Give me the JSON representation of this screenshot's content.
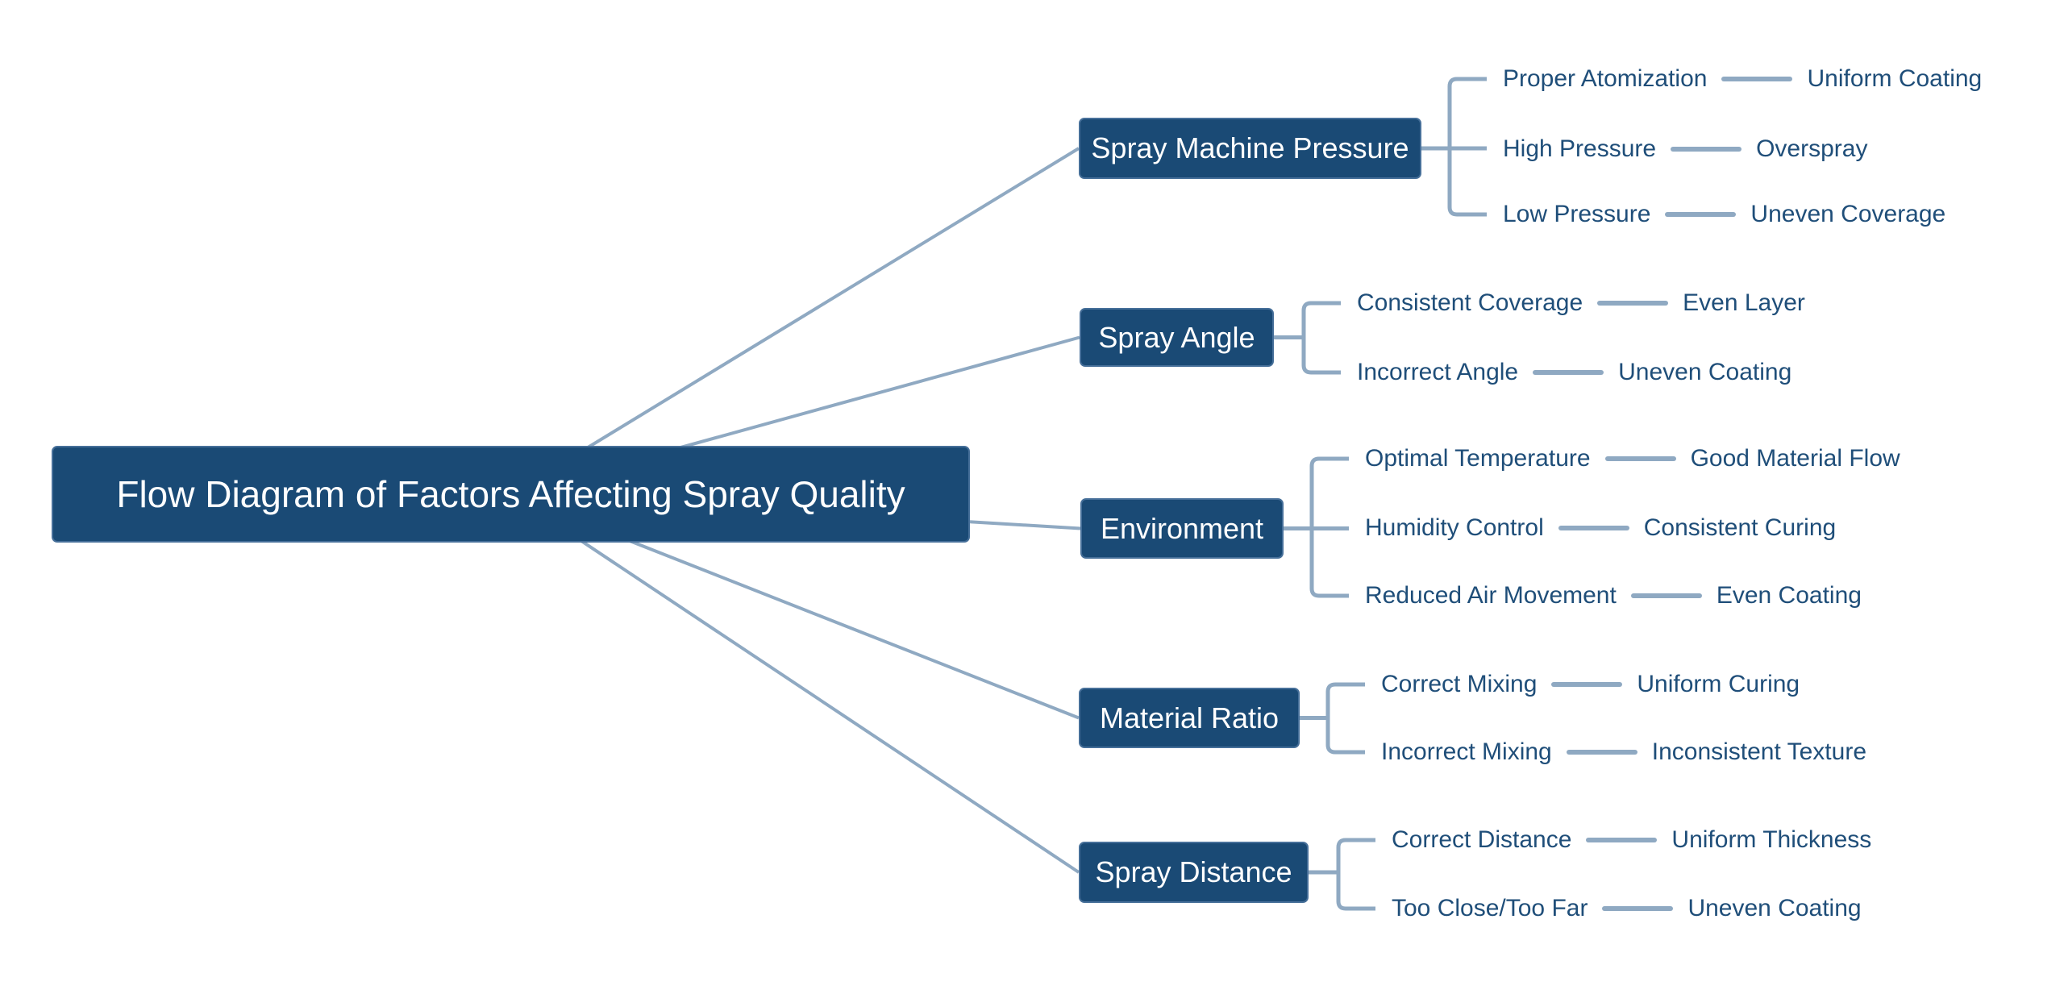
{
  "title": "Flow Diagram of Factors Affecting Spray Quality",
  "colors": {
    "background": "#ffffff",
    "node_fill": "#1a4a75",
    "node_border": "#466f99",
    "node_text": "#ffffff",
    "line": "#8fa9c2",
    "leaf_text": "#1f4e79"
  },
  "branches": [
    {
      "label": "Spray Machine Pressure",
      "children": [
        {
          "factor": "Proper Atomization",
          "outcome": "Uniform Coating"
        },
        {
          "factor": "High Pressure",
          "outcome": "Overspray"
        },
        {
          "factor": "Low Pressure",
          "outcome": "Uneven Coverage"
        }
      ]
    },
    {
      "label": "Spray Angle",
      "children": [
        {
          "factor": "Consistent Coverage",
          "outcome": "Even Layer"
        },
        {
          "factor": "Incorrect Angle",
          "outcome": "Uneven Coating"
        }
      ]
    },
    {
      "label": "Environment",
      "children": [
        {
          "factor": "Optimal Temperature",
          "outcome": "Good Material Flow"
        },
        {
          "factor": "Humidity Control",
          "outcome": "Consistent Curing"
        },
        {
          "factor": "Reduced Air Movement",
          "outcome": "Even Coating"
        }
      ]
    },
    {
      "label": "Material Ratio",
      "children": [
        {
          "factor": "Correct Mixing",
          "outcome": "Uniform Curing"
        },
        {
          "factor": "Incorrect Mixing",
          "outcome": "Inconsistent Texture"
        }
      ]
    },
    {
      "label": "Spray Distance",
      "children": [
        {
          "factor": "Correct Distance",
          "outcome": "Uniform Thickness"
        },
        {
          "factor": "Too Close/Too Far",
          "outcome": "Uneven Coating"
        }
      ]
    }
  ]
}
